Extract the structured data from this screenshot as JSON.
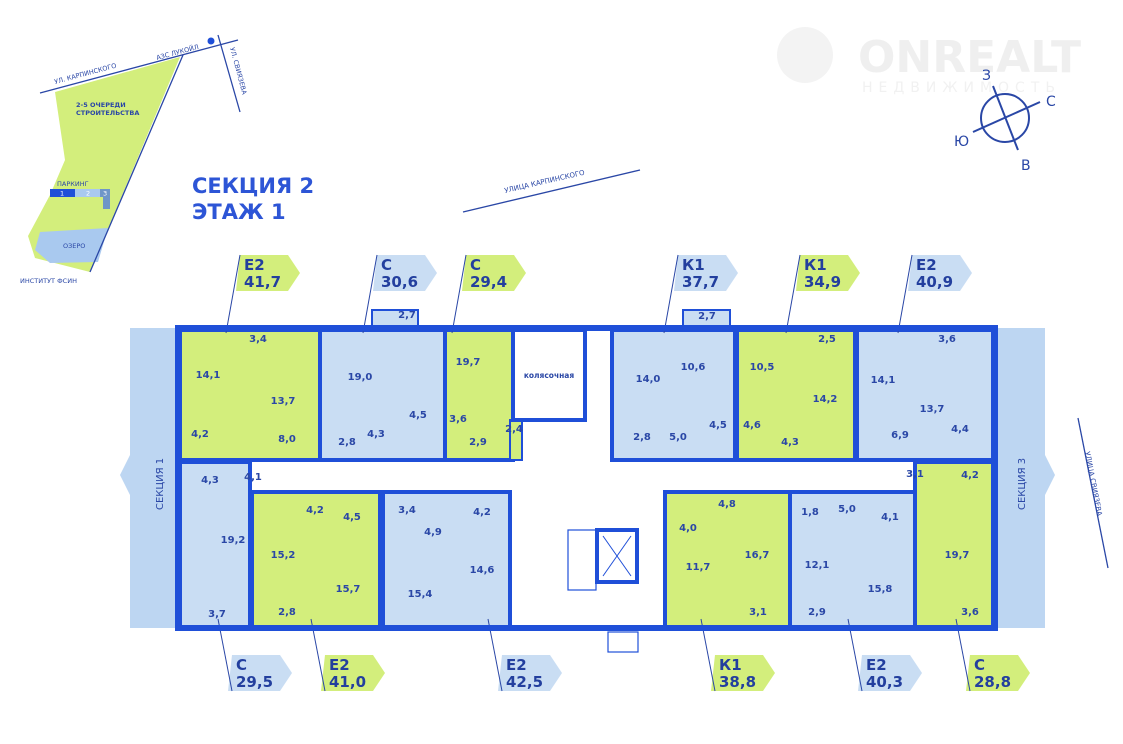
{
  "title": {
    "line1": "СЕКЦИЯ 2",
    "line2": "ЭТАЖ 1"
  },
  "watermark": {
    "brand": "ONREALT",
    "sub": "НЕДВИЖИМОСТЬ"
  },
  "compass": {
    "north": "С",
    "south": "Ю",
    "east": "В",
    "west": "З"
  },
  "streets": {
    "karpinskogo": "УЛИЦА КАРПИНСКОГО",
    "sviyazeva": "УЛИЦА СВИЯЗЕВА"
  },
  "sections": {
    "left": "СЕКЦИЯ 1",
    "right": "СЕКЦИЯ 3"
  },
  "common": {
    "stroller_room": "колясочная"
  },
  "site_map": {
    "street_karpinskogo": "УЛ. КАРПИНСКОГО",
    "gas_station": "АЗС ЛУКОЙЛ",
    "street_sviyazeva": "УЛ. СВИЯЗЕВА",
    "phases_line1": "2-5 ОЧЕРЕДИ",
    "phases_line2": "СТРОИТЕЛЬСТВА",
    "parking": "ПАРКИНГ",
    "parking_sections": [
      "1",
      "2",
      "3"
    ],
    "lake": "ОЗЕРО",
    "institute": "ИНСТИТУТ ФСИН"
  },
  "colors": {
    "wall": "#1f4fd8",
    "green": "#d3ee7c",
    "blue": "#c9ddf3",
    "text": "#2a47a6",
    "strip": "#bdd6f2"
  },
  "apartments": [
    {
      "type": "Е2",
      "area": "41,7",
      "tone": "green",
      "rooms": [
        "14,1",
        "3,4",
        "13,7",
        "4,2",
        "8,0"
      ]
    },
    {
      "type": "С",
      "area": "30,6",
      "tone": "blue",
      "rooms": [
        "19,0",
        "2,8",
        "4,3",
        "4,5",
        "2,7"
      ]
    },
    {
      "type": "С",
      "area": "29,4",
      "tone": "green",
      "rooms": [
        "19,7",
        "3,6",
        "2,9",
        "2,4"
      ]
    },
    {
      "type": "К1",
      "area": "37,7",
      "tone": "blue",
      "rooms": [
        "14,0",
        "2,7",
        "10,6",
        "2,8",
        "5,0",
        "4,5"
      ]
    },
    {
      "type": "К1",
      "area": "34,9",
      "tone": "green",
      "rooms": [
        "10,5",
        "4,6",
        "4,3",
        "2,5",
        "14,2"
      ]
    },
    {
      "type": "Е2",
      "area": "40,9",
      "tone": "blue",
      "rooms": [
        "14,1",
        "3,6",
        "13,7",
        "6,9",
        "4,4"
      ]
    },
    {
      "type": "С",
      "area": "29,5",
      "tone": "blue",
      "rooms": [
        "4,3",
        "4,1",
        "19,2",
        "3,7"
      ]
    },
    {
      "type": "Е2",
      "area": "41,0",
      "tone": "green",
      "rooms": [
        "4,2",
        "4,5",
        "15,2",
        "15,7",
        "2,8"
      ]
    },
    {
      "type": "Е2",
      "area": "42,5",
      "tone": "blue",
      "rooms": [
        "3,4",
        "4,2",
        "4,9",
        "15,4",
        "14,6"
      ]
    },
    {
      "type": "К1",
      "area": "38,8",
      "tone": "green",
      "rooms": [
        "4,0",
        "11,7",
        "4,8",
        "16,7",
        "3,1"
      ]
    },
    {
      "type": "Е2",
      "area": "40,3",
      "tone": "blue",
      "rooms": [
        "1,8",
        "5,0",
        "4,1",
        "12,1",
        "15,8",
        "2,9"
      ]
    },
    {
      "type": "С",
      "area": "28,8",
      "tone": "green",
      "rooms": [
        "3,1",
        "4,2",
        "19,7",
        "3,6"
      ]
    }
  ]
}
